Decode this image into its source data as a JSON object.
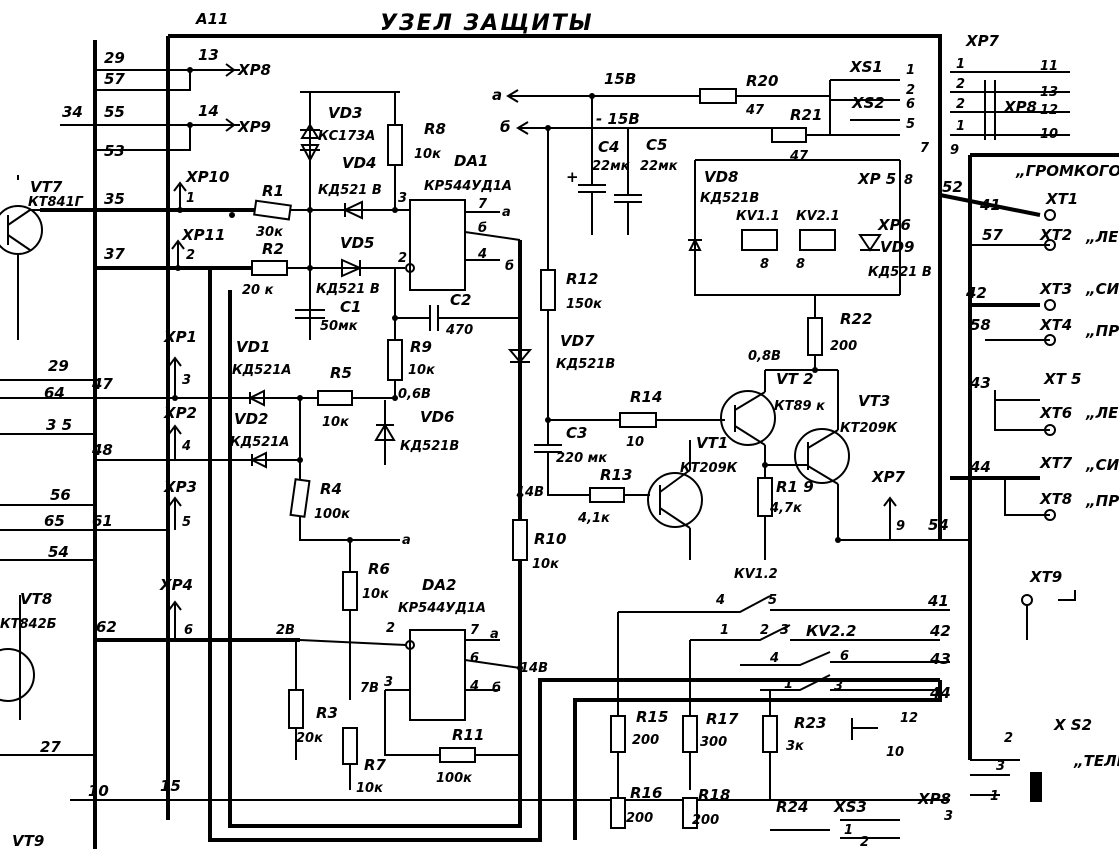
{
  "title": "УЗЕЛ  ЗАЩИТЫ",
  "block_label": "А11",
  "labels": {
    "xp8": "ХР8",
    "xp9": "ХР9",
    "xp10": "ХР10",
    "xp11": "ХР11",
    "xp1": "ХР1",
    "xp2": "ХР2",
    "xp3": "ХР3",
    "xp4": "ХР4",
    "xp5": "ХР 5",
    "xp6": "ХР6",
    "xp7": "ХР7",
    "xp7t": "ХР7",
    "xp8r": "ХР8",
    "xs1": "ХS1",
    "xs2": "ХS2",
    "xs3": "ХS3",
    "xs2b": "Х S2",
    "xt1": "ХТ1",
    "xt2": "ХТ2",
    "xt3": "ХТ3",
    "xt4": "ХТ4",
    "xt5": "ХТ 5",
    "xt6": "ХТ6",
    "xt7": "ХТ7",
    "xt8": "ХТ8",
    "xt9": "ХТ9",
    "gromk": "„ГРОМКОГОВ",
    "le1": "„ЛЕ",
    "si1": "„СИ",
    "pr1": "„ПР",
    "le2": "„ЛЕ",
    "si2": "„СИ",
    "pr2": "„ПР",
    "tele": "„ТЕЛЕ",
    "vt7": "VT7",
    "vt7t": "КТ841Г",
    "vt8": "VТ8",
    "vt8t": "КТ842Б",
    "vt9b": "VТ9",
    "vd3": "VD3",
    "vd3t": "КС173А",
    "vd4": "VD4",
    "vd4t": "КД521 В",
    "vd5": "VD5",
    "vd5t": "КД521 В",
    "vd1": "VD1",
    "vd1t": "КД521А",
    "vd2": "VD2",
    "vd2t": "КД521А",
    "vd6": "VD6",
    "vd6t": "КД521В",
    "vd7": "VD7",
    "vd7t": "КД521В",
    "vd8": "VD8",
    "vd8t": "КД521В",
    "vd9": "VD9",
    "vd9t": "КД521 В",
    "da1": "DA1",
    "da1t": "КР544УД1А",
    "da2": "DA2",
    "da2t": "КР544УД1А",
    "r1": "R1",
    "r1v": "30к",
    "r2": "R2",
    "r2v": "20 к",
    "r4": "R4",
    "r4v": "100к",
    "r5": "R5",
    "r5v": "10к",
    "r6": "R6",
    "r6v": "10к",
    "r7": "R7",
    "r7v": "10к",
    "r8": "R8",
    "r8v": "10к",
    "r3": "R3",
    "r3v": "20к",
    "r9": "R9",
    "r9v": "10к",
    "r10": "R10",
    "r10v": "10к",
    "r11": "R11",
    "r11v": "100к",
    "r12": "R12",
    "r12v": "150к",
    "r13": "R13",
    "r13v": "4,1к",
    "r14": "R14",
    "r14v": "10",
    "r15": "R15",
    "r15v": "200",
    "r16": "R16",
    "r16v": "200",
    "r17": "R17",
    "r17v": "300",
    "r18": "R18",
    "r18v": "200",
    "r19": "R1 9",
    "r19v": "4,7к",
    "r20": "R20",
    "r20v": "47",
    "r21": "R21",
    "r21v": "47",
    "r22": "R22",
    "r22v": "200",
    "r23": "R23",
    "r23v": "3к",
    "r24": "R24",
    "c1": "С1",
    "c1v": "50мк",
    "c2": "С2",
    "c2v": "470",
    "c3": "С3",
    "c3v": "220 мк",
    "c4": "С4",
    "c4v": "22мк",
    "c5": "С5",
    "c5v": "22мк",
    "vt1": "VТ1",
    "vt1t": "КТ209К",
    "vt2": "VТ 2",
    "vt2t": "КТ89 к",
    "vt3": "VТ3",
    "vt3t": "КТ209К",
    "kv11": "КV1.1",
    "kv21": "КV2.1",
    "kv12": "КV1.2",
    "kv22": "КV2.2",
    "v15": "15В",
    "vm15": "- 15В",
    "a": "а",
    "b": "б",
    "n29": "29",
    "n57": "57",
    "n34": "34",
    "n55": "55",
    "n53": "53",
    "n35": "35",
    "n37": "37",
    "n29b": "29",
    "n64": "64",
    "n47": "47",
    "n35b": "3 5",
    "n48": "48",
    "n56": "56",
    "n65": "65",
    "n61": "61",
    "n54": "54",
    "n62": "62",
    "n27": "27",
    "n10": "10",
    "n15": "15",
    "n52": "52",
    "n41": "41",
    "n57b": "57",
    "n42": "42",
    "n58": "58",
    "n43": "43",
    "n44": "44",
    "n54b": "54",
    "n41b": "41",
    "n42b": "42",
    "n43b": "43",
    "n44b": "44",
    "n2v": "2В",
    "n7v": "7В",
    "n14v": "14В",
    "n14vb": "14В",
    "n0v": "0,8В",
    "n06": "0,6В",
    "n7": "7",
    "n6": "6",
    "n4": "4",
    "n2": "2",
    "n3": "3",
    "n1": "1",
    "n13": "13",
    "n14": "14",
    "p1": "1",
    "p2": "2",
    "p3": "3",
    "p4": "4",
    "p5": "5",
    "p6": "6",
    "p9": "9",
    "p8": "8",
    "n11": "11",
    "n12": "12",
    "n10r": "10",
    "n9": "9",
    "n12b": "12",
    "n10b": "10",
    "n3r": "3"
  }
}
